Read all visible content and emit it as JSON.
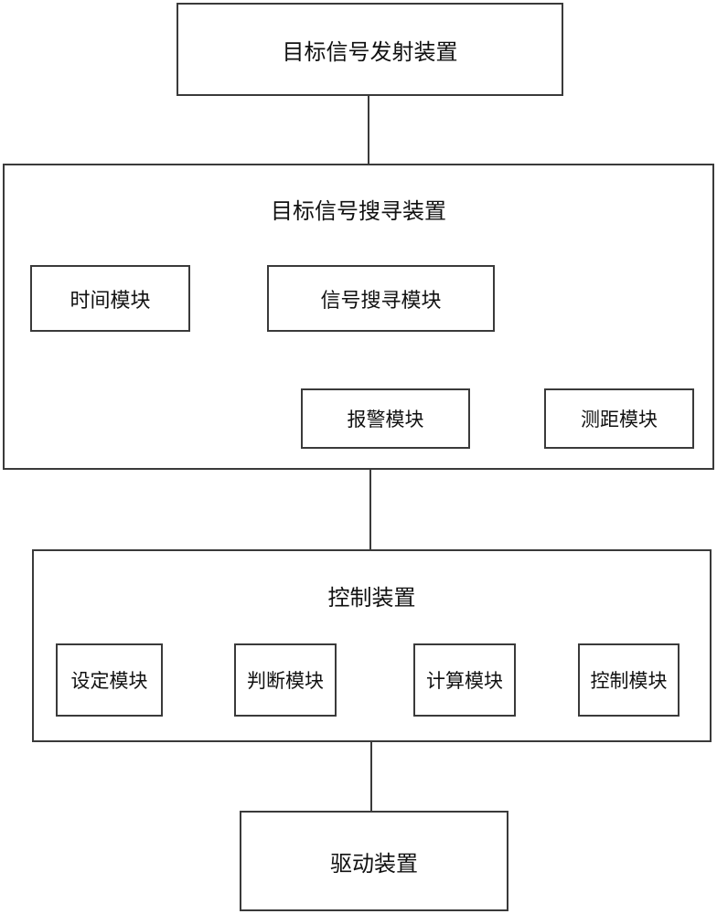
{
  "diagram": {
    "target_device": "目标信号发射装置",
    "search_device": {
      "title": "目标信号搜寻装置",
      "modules": {
        "time": "时间模块",
        "signal_search": "信号搜寻模块",
        "alarm": "报警模块",
        "ranging": "测距模块"
      }
    },
    "control_device": {
      "title": "控制装置",
      "modules": {
        "setting": "设定模块",
        "judge": "判断模块",
        "calc": "计算模块",
        "control": "控制模块"
      }
    },
    "drive_device": "驱动装置"
  }
}
